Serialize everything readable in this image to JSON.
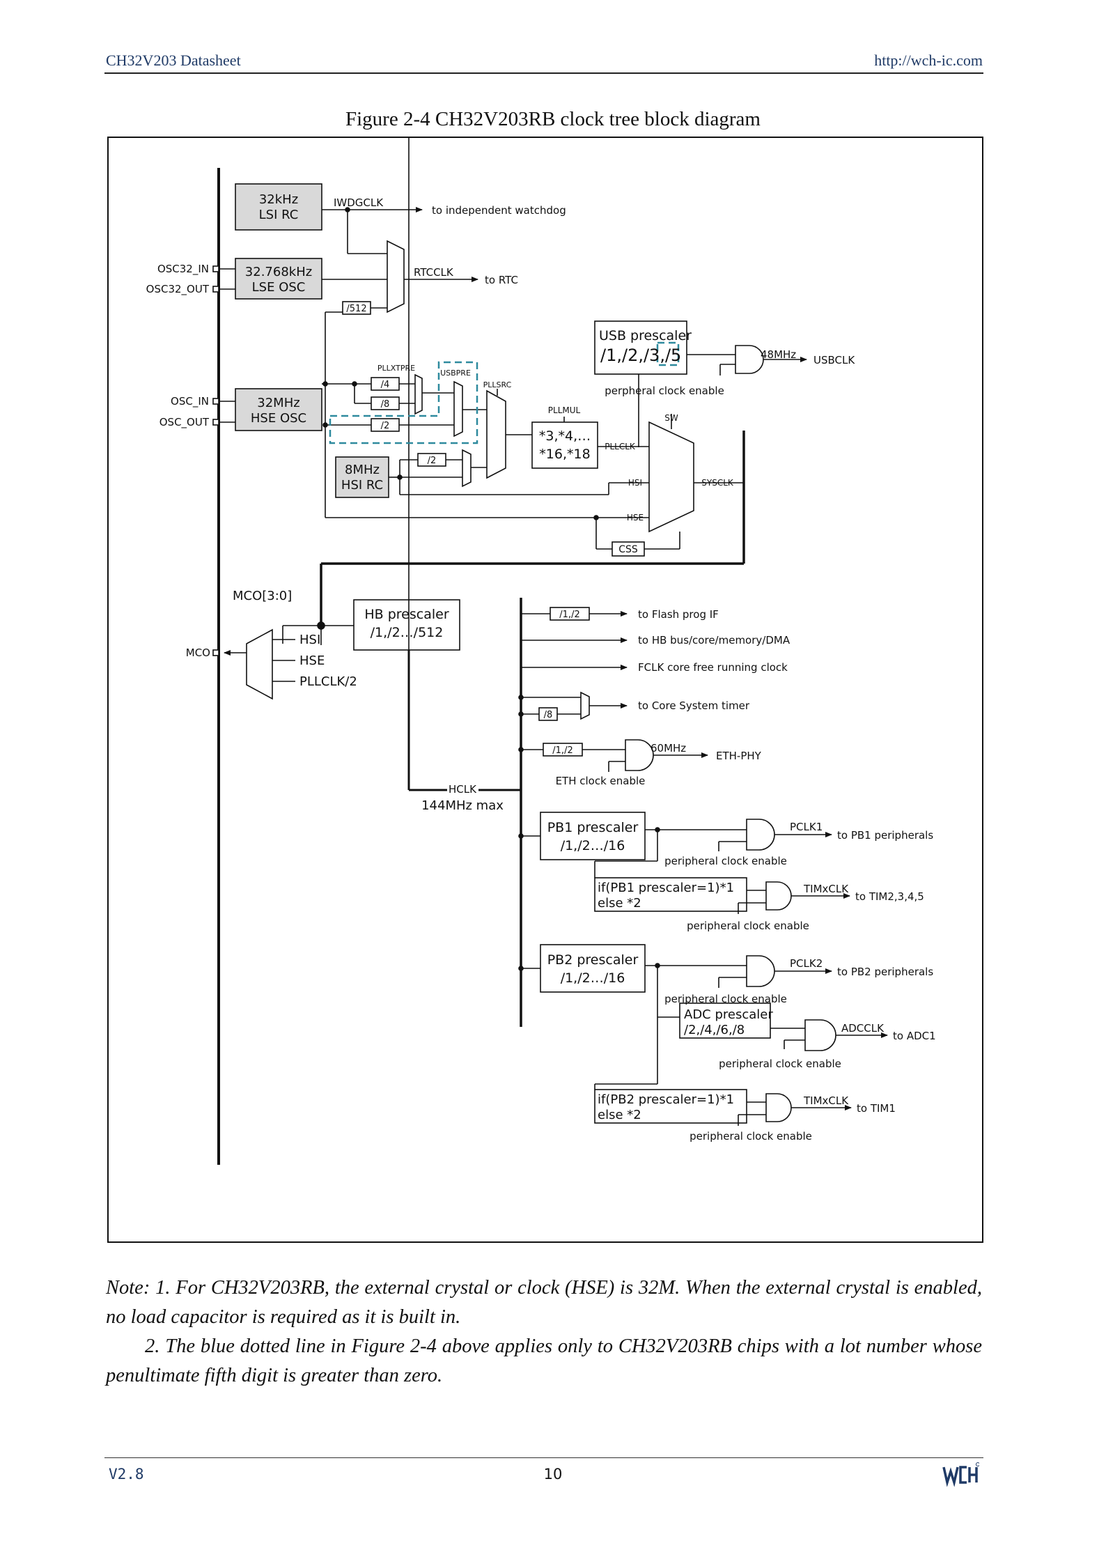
{
  "header": {
    "doc_title": "CH32V203 Datasheet",
    "url": "http://wch-ic.com"
  },
  "figure": {
    "title": "Figure 2-4 CH32V203RB clock tree block diagram",
    "labels": {
      "lsi_1": "32kHz",
      "lsi_2": "LSI RC",
      "lse_1": "32.768kHz",
      "lse_2": "LSE OSC",
      "hse_1": "32MHz",
      "hse_2": "HSE OSC",
      "hsi_1": "8MHz",
      "hsi_2": "HSI RC",
      "osc32_in": "OSC32_IN",
      "osc32_out": "OSC32_OUT",
      "osc_in": "OSC_IN",
      "osc_out": "OSC_OUT",
      "iwdgclk": "IWDGCLK",
      "to_wdg": "to independent watchdog",
      "rtcclk": "RTCCLK",
      "to_rtc": "to RTC",
      "div512": "/512",
      "usb_pre_1": "USB prescaler",
      "usb_pre_2": "/1,/2,/3,/5",
      "usb_48": "48MHz",
      "usbclk": "USBCLK",
      "usb_en": "perpheral clock enable",
      "pllxtpre": "PLLXTPRE",
      "usbpre": "USBPRE",
      "pllsrc": "PLLSRC",
      "pllmul": "PLLMUL",
      "div4": "/4",
      "div8": "/8",
      "div2a": "/2",
      "div2b": "/2",
      "mul_1": "*3,*4,…",
      "mul_2": "*16,*18",
      "sw": "SW",
      "pllclk": "PLLCLK",
      "hsi": "HSI",
      "hse": "HSE",
      "sysclk": "SYSCLK",
      "css": "CSS",
      "mco30": "MCO[3:0]",
      "mco": "MCO",
      "mco_hsi": "HSI",
      "mco_hse": "HSE",
      "mco_pll": "PLLCLK/2",
      "hb_1": "HB prescaler",
      "hb_2": "/1,/2…/512",
      "hclk": "HCLK",
      "hclk_max": "144MHz max",
      "flash_div": "/1,/2",
      "to_flash": "to Flash prog IF",
      "to_hb": "to HB bus/core/memory/DMA",
      "fclk": "FCLK core free running clock",
      "div8_sys": "/8",
      "to_systick": "to Core System timer",
      "eth_div": "/1,/2",
      "eth_60": "60MHz",
      "eth_phy": "ETH-PHY",
      "eth_en": "ETH clock enable",
      "pb1_1": "PB1 prescaler",
      "pb1_2": "/1,/2…/16",
      "pclk1": "PCLK1",
      "to_pb1": "to PB1 peripherals",
      "pb1_en": "peripheral clock enable",
      "tim1x_1": "if(PB1 prescaler=1)*1",
      "tim1x_2": "else  *2",
      "timxclk_a": "TIMxCLK",
      "to_tim2345": "to TIM2,3,4,5",
      "tim2_en": "peripheral clock enable",
      "pb2_1": "PB2 prescaler",
      "pb2_2": "/1,/2…/16",
      "pclk2": "PCLK2",
      "to_pb2": "to PB2 peripherals",
      "pb2_en": "peripheral clock enable",
      "adc_1": "ADC prescaler",
      "adc_2": "/2,/4,/6,/8",
      "adcclk": "ADCCLK",
      "to_adc": "to ADC1",
      "adc_en": "peripheral clock enable",
      "tim2x_1": "if(PB2 prescaler=1)*1",
      "tim2x_2": "else  *2",
      "timxclk_b": "TIMxCLK",
      "to_tim1": "to TIM1",
      "tim1_en": "peripheral clock enable"
    }
  },
  "notes": {
    "note1": "Note: 1. For CH32V203RB, the external crystal or clock (HSE) is 32M. When the external crystal is enabled, no load capacitor is required as it is built in.",
    "note2": "2. The blue dotted line in Figure 2-4 above applies only to CH32V203RB chips with a lot number whose penultimate fifth digit is greater than zero."
  },
  "footer": {
    "version": "V2.8",
    "page": "10",
    "logo_text": "WCH"
  },
  "colors": {
    "header_text": "#1f3a66",
    "dashed_box": "#2e8a9e",
    "box_fill": "#d9d9d9"
  }
}
